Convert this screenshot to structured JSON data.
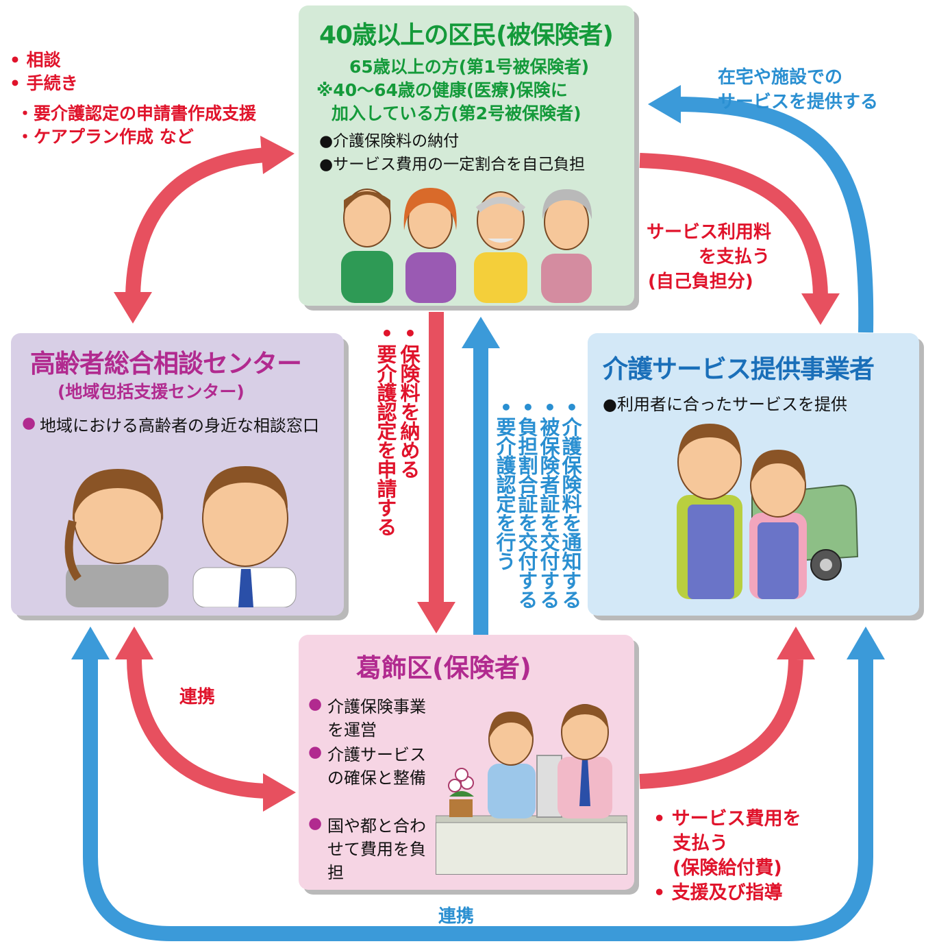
{
  "colors": {
    "insured_box": "#d4ead7",
    "center_box": "#d8cfe6",
    "provider_box": "#d3e8f7",
    "ward_box": "#f6d5e4",
    "red_arrow": "#e7505f",
    "blue_arrow": "#3b9ad9"
  },
  "insured": {
    "title": "40歳以上の区民(被保険者)",
    "line1": "65歳以上の方(第1号被保険者)",
    "line2": "※40〜64歳の健康(医療)保険に",
    "line3": "加入している方(第2号被保険者)",
    "bullet1": "●介護保険料の納付",
    "bullet2": "●サービス費用の一定割合を自己負担"
  },
  "center": {
    "title": "高齢者総合相談センター",
    "subtitle": "(地域包括支援センター)",
    "bullet_mark": "●",
    "bullet_text": "地域における高齢者の身近な相談窓口"
  },
  "provider": {
    "title": "介護サービス提供事業者",
    "bullet": "●利用者に合ったサービスを提供"
  },
  "ward": {
    "title": "葛飾区(保険者)",
    "bullets": [
      {
        "mark": "●",
        "text": "介護保険事業を運営"
      },
      {
        "mark": "●",
        "text": "介護サービスの確保と整備"
      },
      {
        "mark": "●",
        "text": "国や都と合わせて費用を負担"
      }
    ]
  },
  "labels": {
    "consult": "• 相談",
    "procedure": "• 手続き",
    "sub1": "・要介護認定の申請書作成支援",
    "sub2": "・ケアプラン作成 など",
    "provide_service_1": "在宅や施設での",
    "provide_service_2": "サービスを提供する",
    "usage_fee_1": "サービス利用料",
    "usage_fee_2": "を支払う",
    "usage_fee_3": "(自己負担分)",
    "pay_premium_dot": "•",
    "pay_premium": "保険料を納める",
    "apply_cert_dot": "•",
    "apply_cert": "要介護認定を申請する",
    "notify_premium_dot": "•",
    "notify_premium": "介護保険料を通知する",
    "issue_card_dot": "•",
    "issue_card": "被保険者証を交付する",
    "issue_burden_dot": "•",
    "issue_burden": "負担割合証を交付する",
    "certify_dot": "•",
    "certify": "要介護認定を行う",
    "cooperation_red": "連携",
    "cooperation_blue": "連携",
    "pay_cost_1": "• サービス費用を",
    "pay_cost_2": "支払う",
    "pay_cost_3": "(保険給付費)",
    "support": "• 支援及び指導"
  }
}
